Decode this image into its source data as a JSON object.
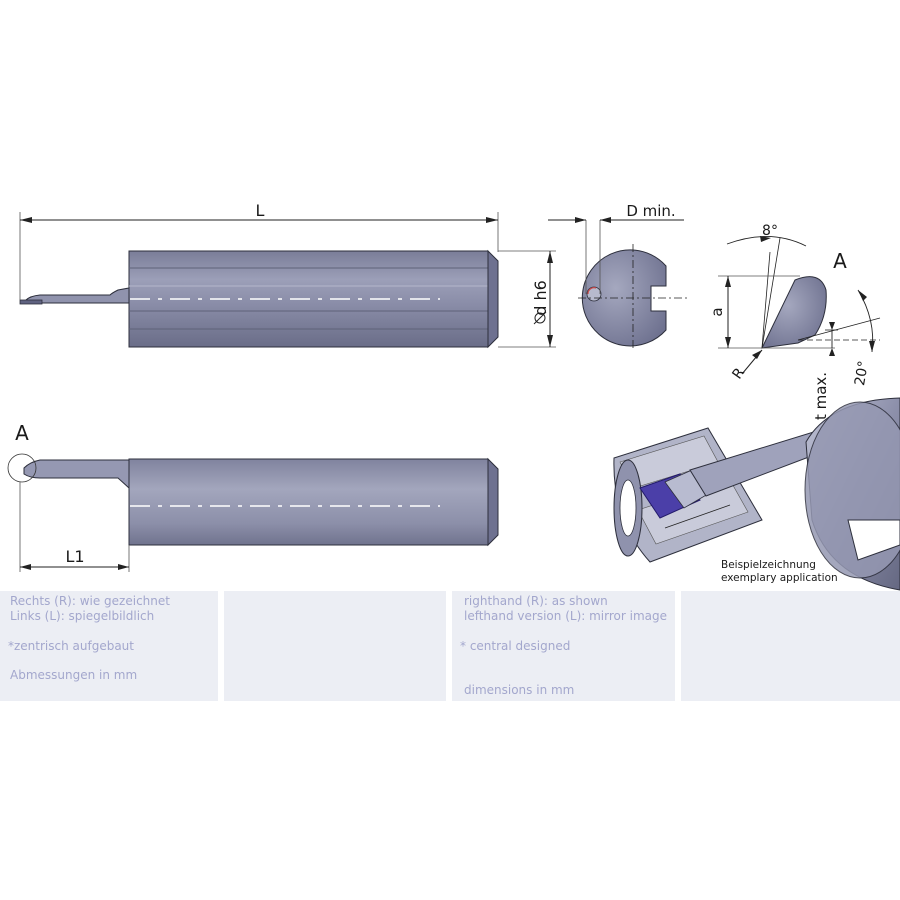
{
  "drawing": {
    "dim_L": "L",
    "dim_D_min": "D min.",
    "dim_d_h6": "d h6",
    "dim_a": "a",
    "dim_R": "R",
    "dim_t_max": "t max.",
    "angle_8": "8°",
    "angle_20": "20°",
    "detail_A_top": "A",
    "detail_A_side": "A",
    "dim_L1": "L1",
    "example_caption_de": "Beispielzeichnung",
    "example_caption_en": "exemplary application"
  },
  "notes": {
    "de_line1": "Rechts (R): wie gezeichnet",
    "de_line2": "Links (L): spiegelbildlich",
    "de_central": "*zentrisch aufgebaut",
    "de_units": "Abmessungen in mm",
    "en_line1": "righthand (R): as shown",
    "en_line2": "lefthand version (L): mirror image",
    "en_central": "* central designed",
    "en_units": "dimensions in mm"
  },
  "colors": {
    "tool_body": "#8c8fa8",
    "tool_dark": "#6f7290",
    "insert_purple": "#4b3fa8",
    "panel_bg": "#eceef4",
    "note_text": "#a3a7cd"
  }
}
